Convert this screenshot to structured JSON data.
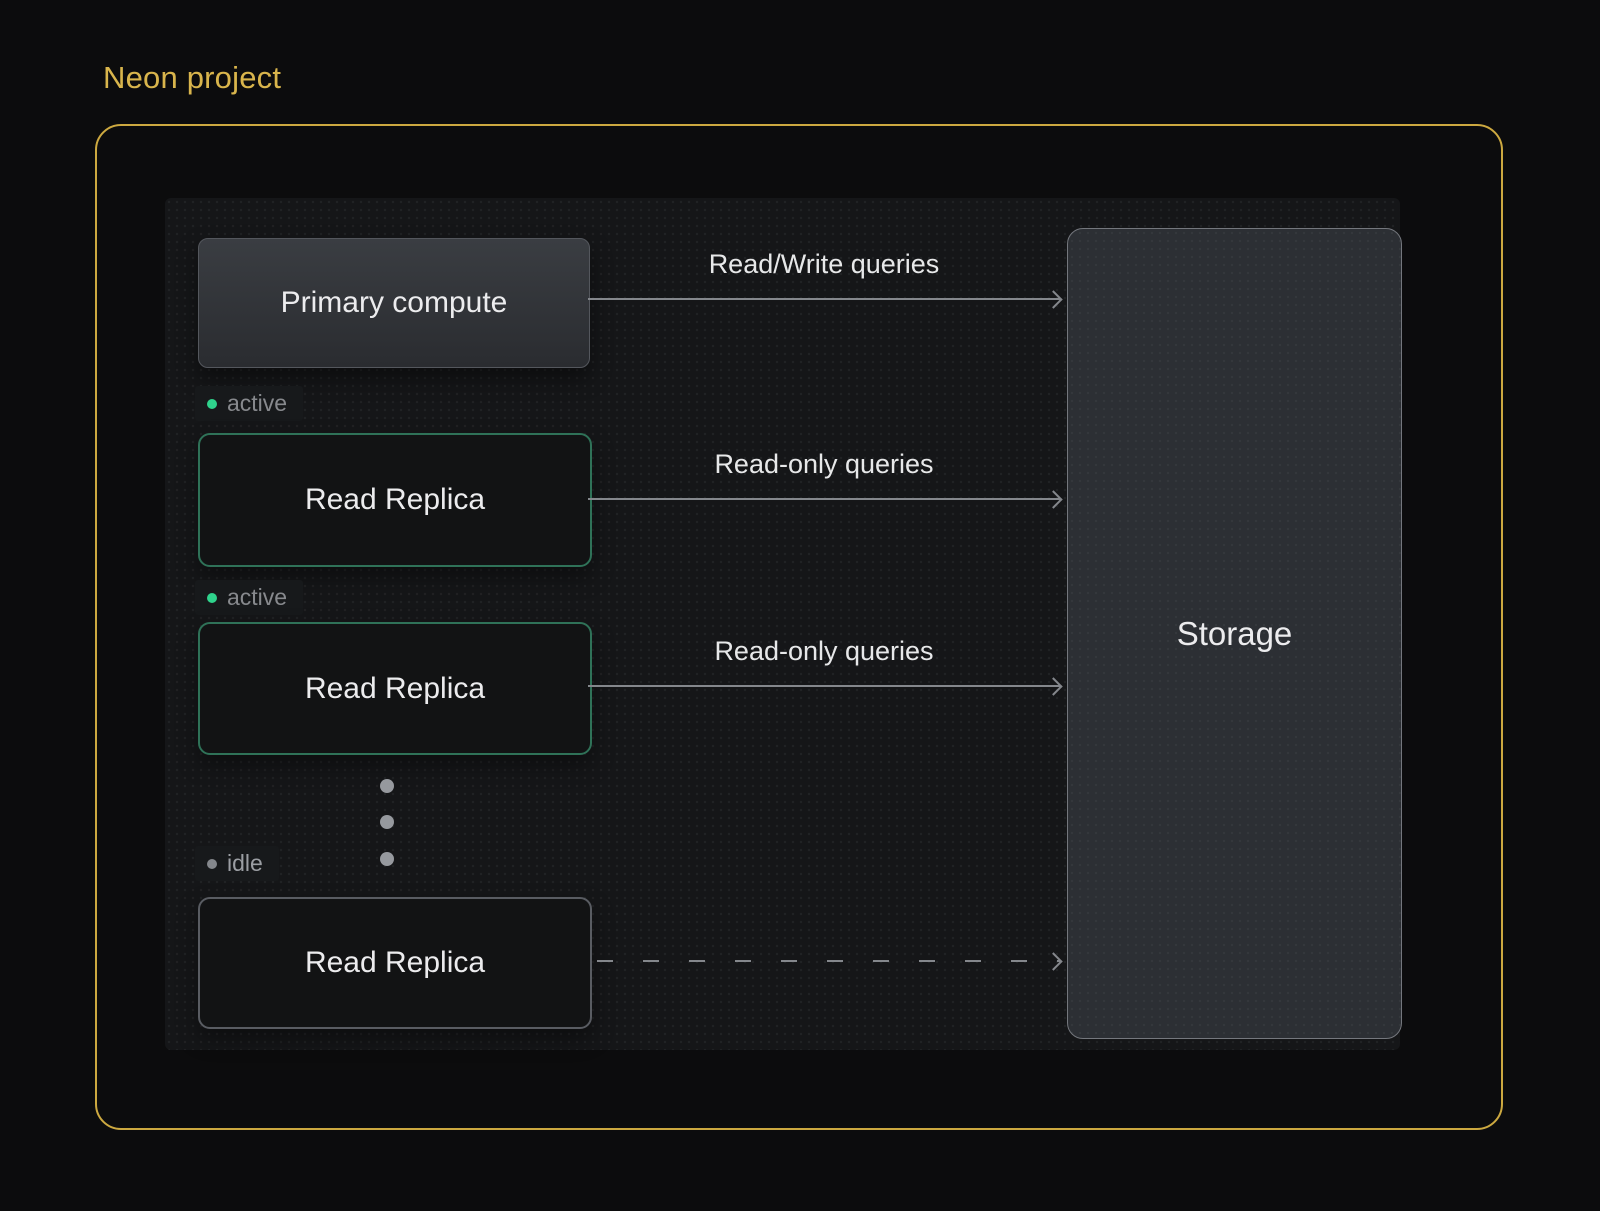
{
  "title": "Neon project",
  "nodes": {
    "primary": {
      "label": "Primary compute"
    },
    "replica1": {
      "label": "Read Replica"
    },
    "replica2": {
      "label": "Read Replica"
    },
    "replica3": {
      "label": "Read Replica"
    },
    "storage": {
      "label": "Storage"
    }
  },
  "badges": {
    "active1": "active",
    "active2": "active",
    "idle": "idle"
  },
  "arrows": {
    "read_write": {
      "label": "Read/Write queries",
      "style": "solid"
    },
    "read_only_1": {
      "label": "Read-only queries",
      "style": "solid"
    },
    "read_only_2": {
      "label": "Read-only queries",
      "style": "solid"
    },
    "idle_connection": {
      "label": "",
      "style": "dashed"
    }
  },
  "colors": {
    "background": "#0c0c0d",
    "frame_gold": "#cda940",
    "title_gold": "#d9b54c",
    "active_green_dot": "#2fd38c",
    "replica_border_green": "#2f7258",
    "replica_border_idle": "#595c62",
    "arrow_gray": "#84878c",
    "storage_fill": "#2c2f34"
  }
}
